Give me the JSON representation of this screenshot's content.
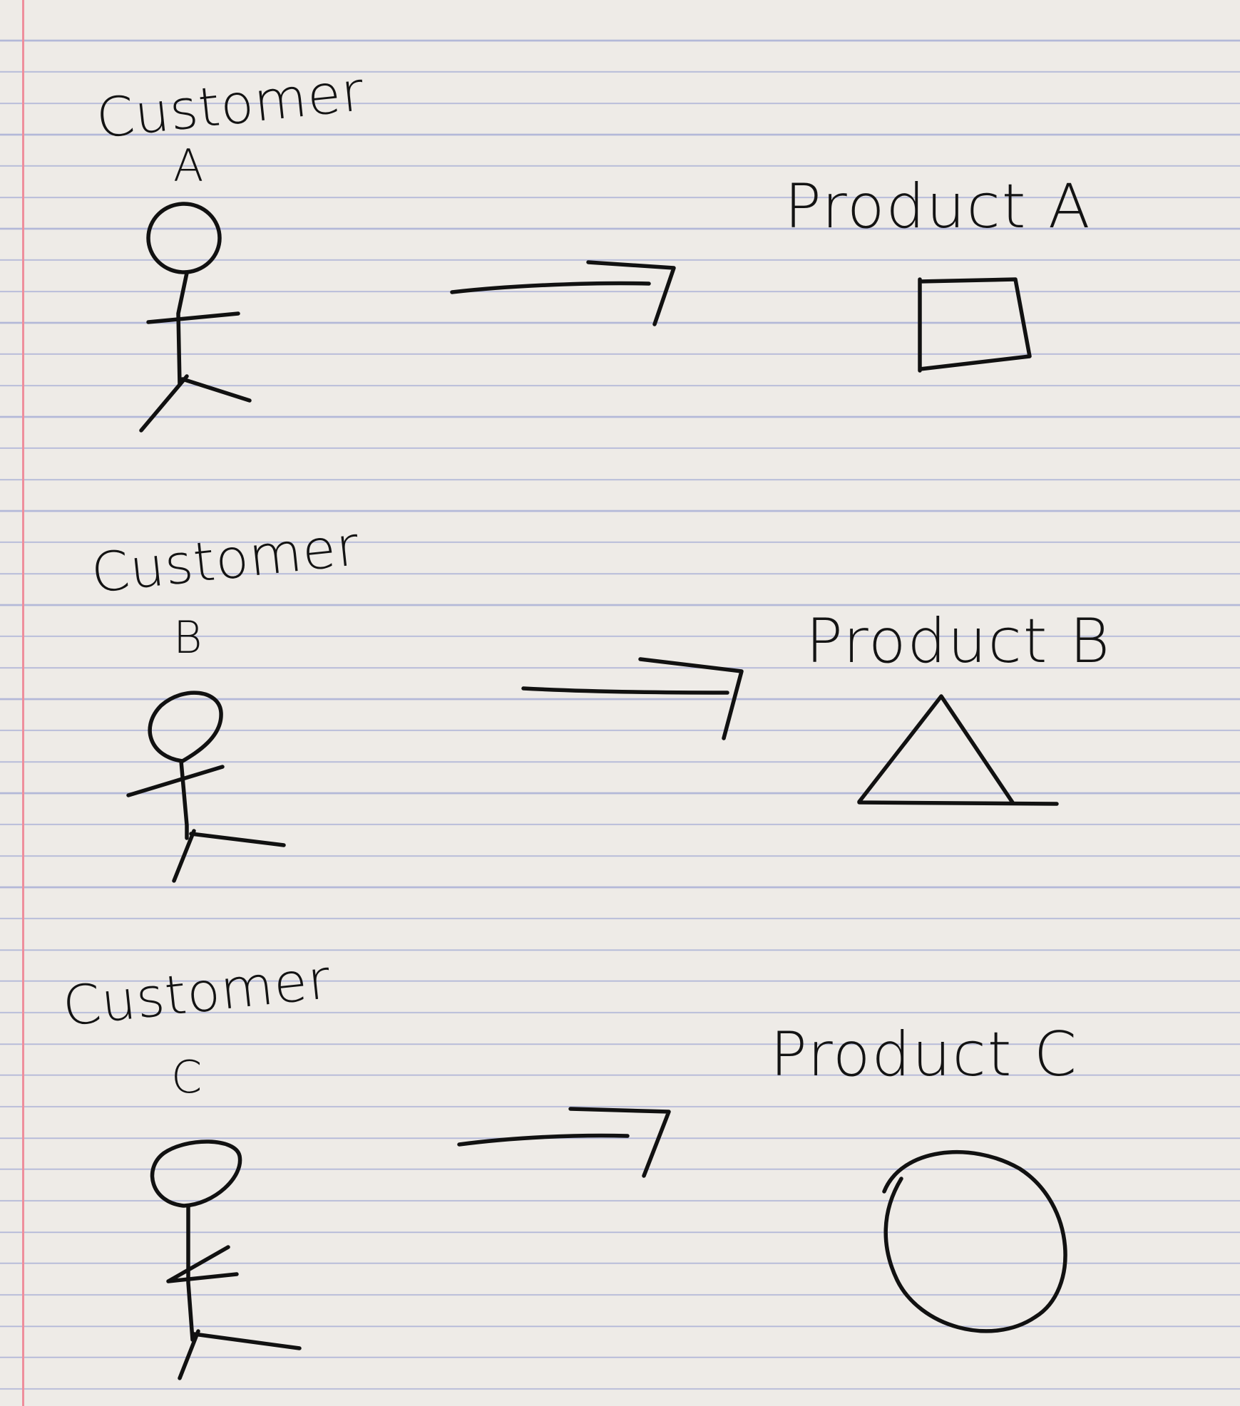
{
  "colors": {
    "paper": "#eeebe7",
    "rule_line": "#b3b8d8",
    "margin_line": "#ee8e9c",
    "ink": "#111111"
  },
  "rows": [
    {
      "customer": {
        "word": "Customer",
        "letter": "A",
        "icon": "stick-figure-icon"
      },
      "arrow_icon": "arrow-right-icon",
      "product": {
        "label": "Product A",
        "shape": "square"
      }
    },
    {
      "customer": {
        "word": "Customer",
        "letter": "B",
        "icon": "stick-figure-icon"
      },
      "arrow_icon": "arrow-right-icon",
      "product": {
        "label": "Product B",
        "shape": "triangle"
      }
    },
    {
      "customer": {
        "word": "Customer",
        "letter": "C",
        "icon": "stick-figure-icon"
      },
      "arrow_icon": "arrow-right-icon",
      "product": {
        "label": "Product C",
        "shape": "circle"
      }
    }
  ]
}
